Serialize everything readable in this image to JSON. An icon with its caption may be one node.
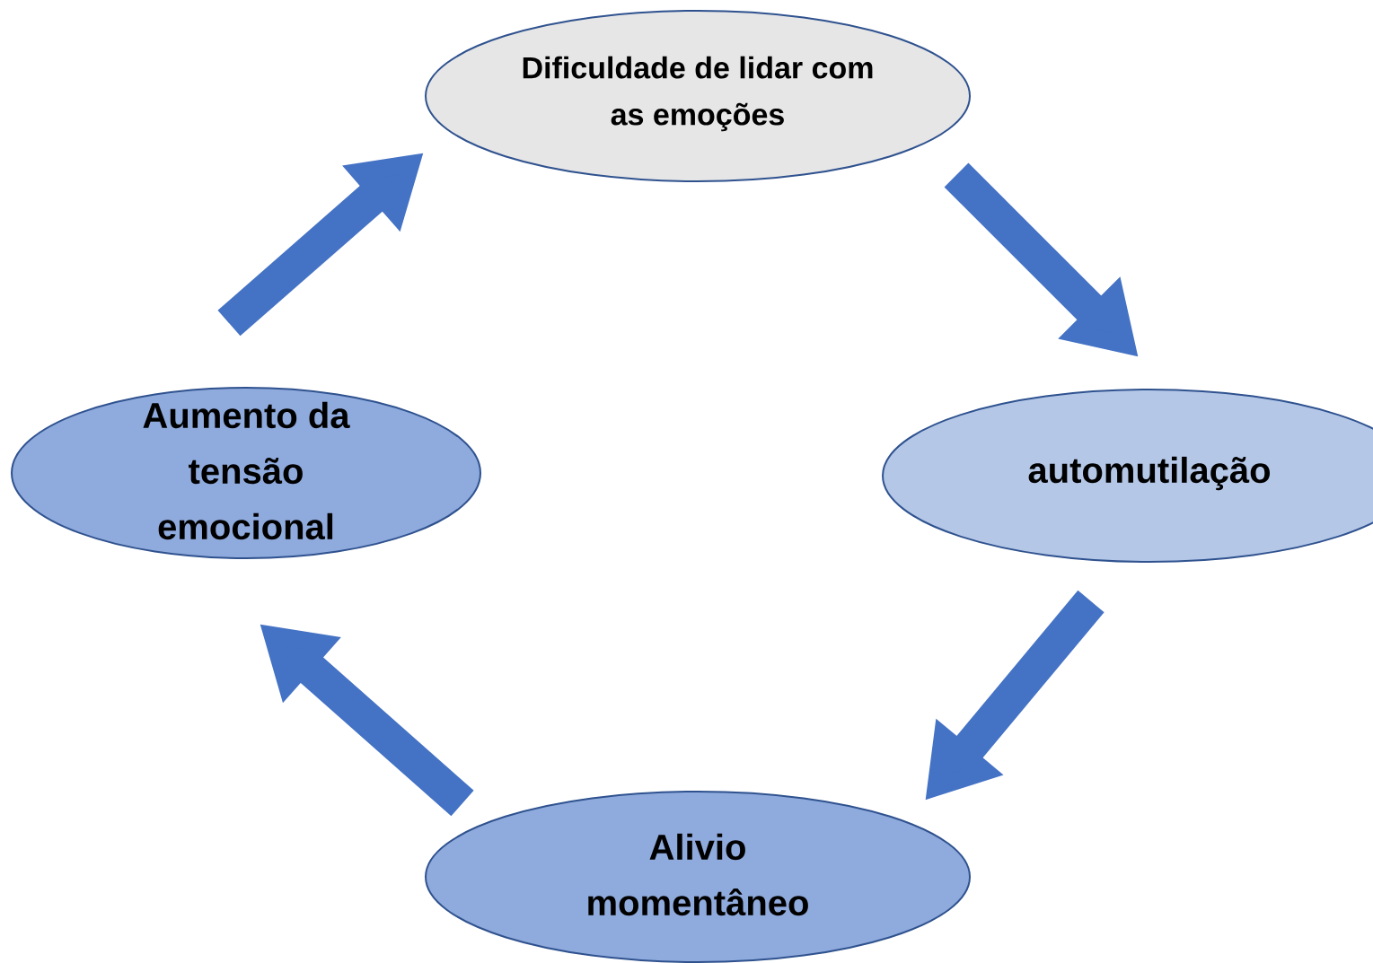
{
  "diagram": {
    "nodes": [
      {
        "text": [
          "Dificuldade de lidar com as emoções"
        ]
      },
      {
        "text": [
          "automutilação"
        ]
      },
      {
        "text": [
          "Alivio momentâneo"
        ]
      },
      {
        "text": [
          "Aumento da tensão emocional"
        ]
      }
    ],
    "edges": [
      {
        "from": 0,
        "to": 1,
        "arrow": "to"
      },
      {
        "from": 1,
        "to": 2,
        "arrow": "to"
      },
      {
        "from": 2,
        "to": 3,
        "arrow": "to"
      },
      {
        "from": 3,
        "to": 0,
        "arrow": "to"
      }
    ]
  }
}
